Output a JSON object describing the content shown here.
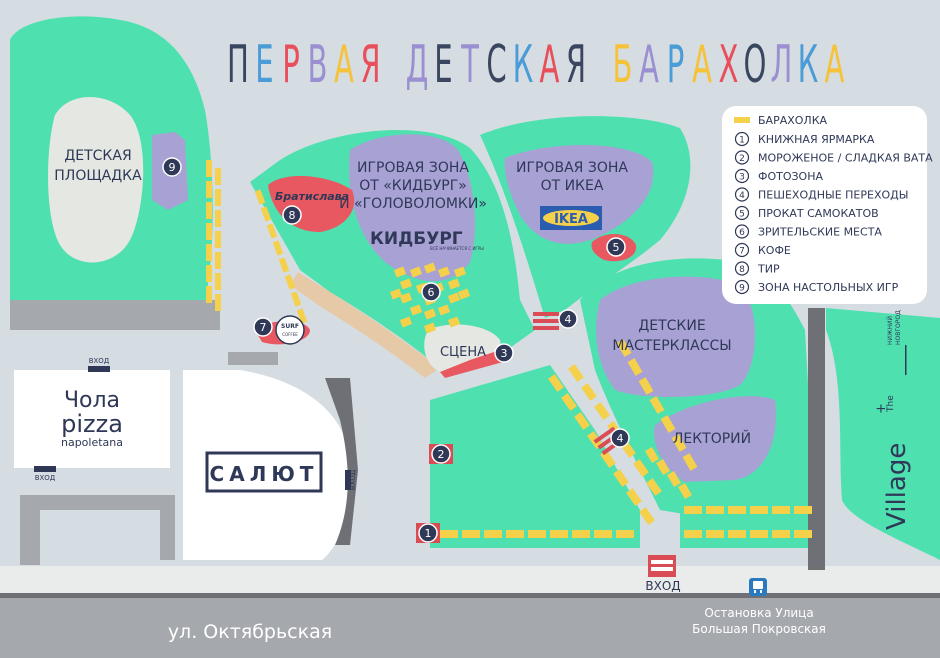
{
  "title": {
    "words": [
      {
        "letters": [
          "П",
          "Е",
          "Р",
          "В",
          "А",
          "Я"
        ],
        "colors": [
          "#3a4660",
          "#4a9bd6",
          "#e84f5b",
          "#9a8fd0",
          "#f5c23a",
          "#e84f5b"
        ]
      },
      {
        "letters": [
          "Д",
          "Е",
          "Т",
          "С",
          "К",
          "А",
          "Я"
        ],
        "colors": [
          "#9a8fd0",
          "#3a4660",
          "#9a8fd0",
          "#3a4660",
          "#4a9bd6",
          "#e84f5b",
          "#3a4660"
        ]
      },
      {
        "letters": [
          "Б",
          "А",
          "Р",
          "А",
          "Х",
          "О",
          "Л",
          "К",
          "А"
        ],
        "colors": [
          "#f5c23a",
          "#9a8fd0",
          "#4a9bd6",
          "#f5c23a",
          "#e84f5b",
          "#3a4660",
          "#9a8fd0",
          "#4a9bd6",
          "#f5c23a"
        ]
      }
    ]
  },
  "colors": {
    "background": "#d5dde3",
    "green": "#4fe0b0",
    "lavender": "#a7a1d4",
    "light": "#e4e7e2",
    "gray": "#a5a8ad",
    "dark": "#6e7075",
    "stall": "#f5d04a",
    "red": "#d94c55",
    "navy": "#2f3857",
    "sand": "#e6c9a6"
  },
  "zones": {
    "playground": "ДЕТСКАЯ\nПЛОЩАДКА",
    "kidburg_zone": "ИГРОВАЯ ЗОНА\nОТ «КИДБУРГ»\nИ «ГОЛОВОЛОМКИ»",
    "ikea_zone": "ИГРОВАЯ ЗОНА\nОТ ИКЕА",
    "workshops": "ДЕТСКИЕ\nМАСТЕРКЛАССЫ",
    "lecture": "ЛЕКТОРИЙ",
    "stage": "СЦЕНА"
  },
  "brands": {
    "kidburg": "КИДБУРГ",
    "kidburg_tagline": "ВСЁ НАЧИНАЕТСЯ С ИГРЫ",
    "ikea": "IKEA",
    "bratislava": "Братислава",
    "surf": "SURF",
    "surf_sub": "COFFEE",
    "salut": "САЛЮТ",
    "pizza_line1": "Чола",
    "pizza_line2": "pizza",
    "pizza_line3": "napoletana",
    "village_the": "The",
    "village": "Village",
    "village_city": "НИЖНИЙ\nНОВГОРОД"
  },
  "labels": {
    "entrance": "ВХОД",
    "main_entrance": "ВХОД",
    "street": "ул. Октябрьская",
    "stop_line1": "Остановка Улица",
    "stop_line2": "Большая Покровская"
  },
  "legend": {
    "stall_label": "БАРАХОЛКА",
    "items": [
      {
        "num": "1",
        "label": "КНИЖНАЯ ЯРМАРКА"
      },
      {
        "num": "2",
        "label": "МОРОЖЕНОЕ / СЛАДКАЯ ВАТА"
      },
      {
        "num": "3",
        "label": "ФОТОЗОНА"
      },
      {
        "num": "4",
        "label": "ПЕШЕХОДНЫЕ ПЕРЕХОДЫ"
      },
      {
        "num": "5",
        "label": "ПРОКАТ САМОКАТОВ"
      },
      {
        "num": "6",
        "label": "ЗРИТЕЛЬСКИЕ МЕСТА"
      },
      {
        "num": "7",
        "label": "КОФЕ"
      },
      {
        "num": "8",
        "label": "ТИР"
      },
      {
        "num": "9",
        "label": "ЗОНА НАСТОЛЬНЫХ ИГР"
      }
    ]
  },
  "markers": {
    "m1": "1",
    "m2": "2",
    "m3": "3",
    "m4a": "4",
    "m4b": "4",
    "m5": "5",
    "m6": "6",
    "m7": "7",
    "m8": "8",
    "m9": "9"
  }
}
